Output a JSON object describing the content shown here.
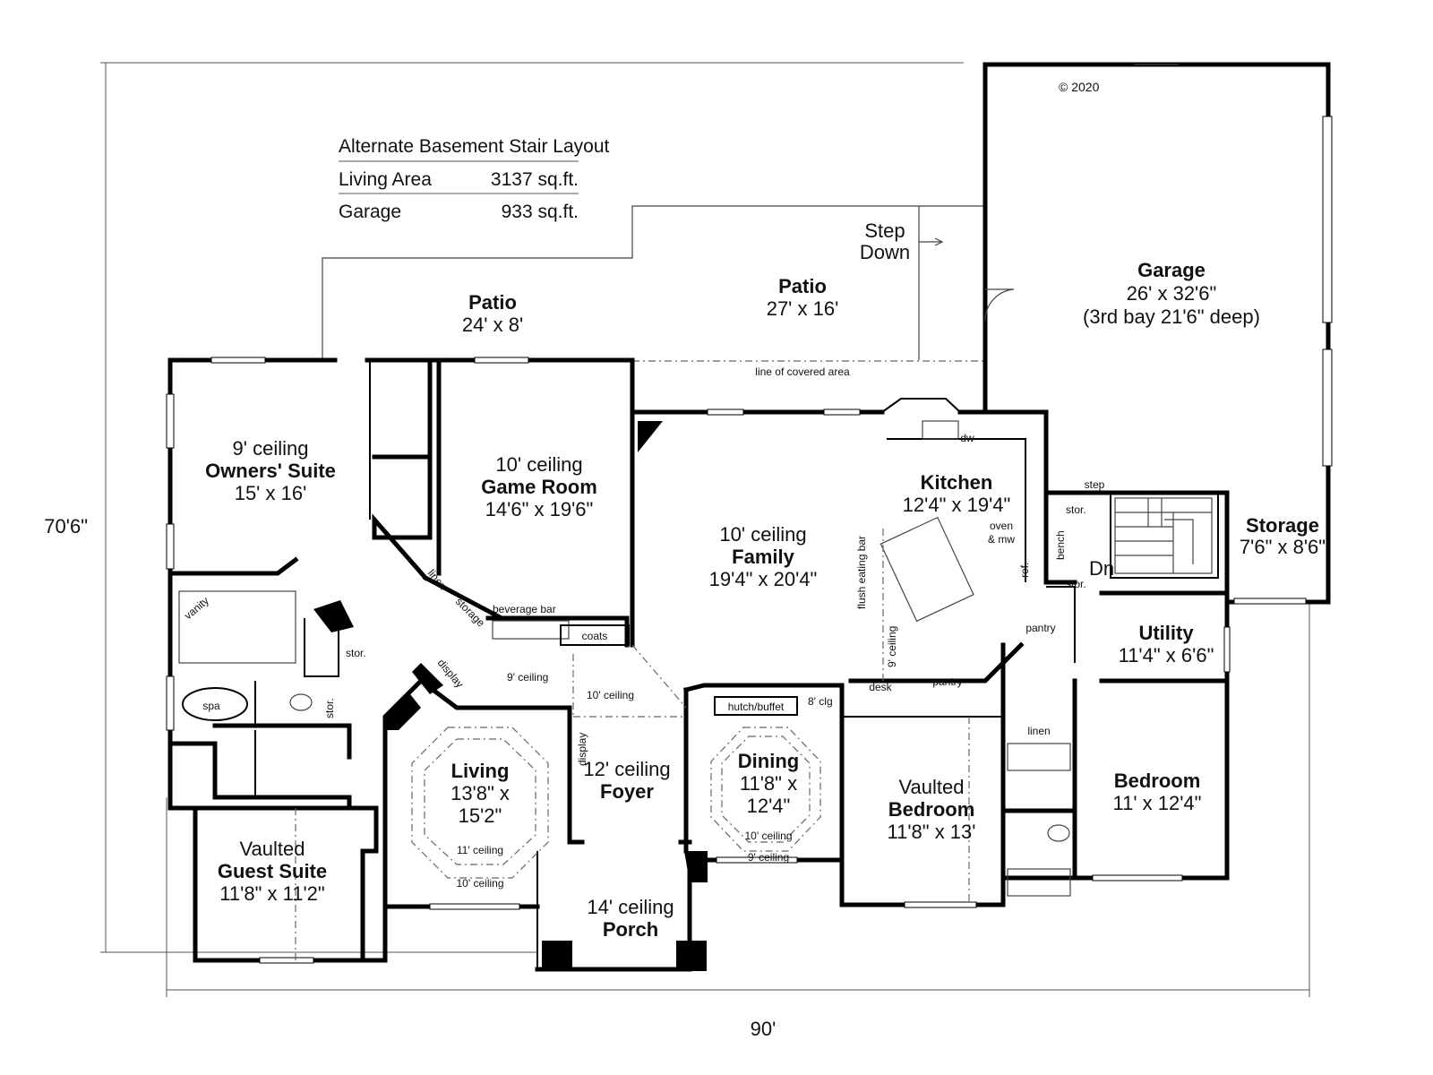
{
  "area_table": {
    "title": "Alternate Basement Stair Layout",
    "rows": [
      {
        "label": "Living Area",
        "value": "3137 sq.ft."
      },
      {
        "label": "Garage",
        "value": "933 sq.ft."
      }
    ]
  },
  "copyright": "© 2020",
  "dimensions": {
    "width": "90'",
    "depth": "70'6\""
  },
  "rooms": {
    "patio_left": {
      "name": "Patio",
      "size": "24' x 8'"
    },
    "patio_right": {
      "name": "Patio",
      "size": "27' x 16'"
    },
    "step_down": {
      "line1": "Step",
      "line2": "Down"
    },
    "covered_line": "line of covered area",
    "garage": {
      "name": "Garage",
      "size": "26' x 32'6\"",
      "note": "(3rd bay 21'6\" deep)"
    },
    "storage": {
      "name": "Storage",
      "size": "7'6\" x 8'6\""
    },
    "owners_suite": {
      "ceiling": "9' ceiling",
      "name": "Owners' Suite",
      "size": "15' x 16'"
    },
    "game_room": {
      "ceiling": "10' ceiling",
      "name": "Game Room",
      "size": "14'6\" x 19'6\""
    },
    "family": {
      "ceiling": "10' ceiling",
      "name": "Family",
      "size": "19'4\" x 20'4\""
    },
    "kitchen": {
      "name": "Kitchen",
      "size": "12'4\" x 19'4\""
    },
    "utility": {
      "name": "Utility",
      "size": "11'4\" x 6'6\""
    },
    "living": {
      "name": "Living",
      "size_line1": "13'8\" x",
      "size_line2": "15'2\"",
      "ceiling_inner": "11' ceiling",
      "ceiling_outer": "10' ceiling"
    },
    "foyer": {
      "ceiling": "12' ceiling",
      "name": "Foyer"
    },
    "dining": {
      "name": "Dining",
      "size_line1": "11'8\" x",
      "size_line2": "12'4\"",
      "ceiling_inner": "10' ceiling",
      "ceiling_outer": "9' ceiling"
    },
    "vaulted_bedroom": {
      "vault": "Vaulted",
      "name": "Bedroom",
      "size": "11'8\" x 13'"
    },
    "bedroom": {
      "name": "Bedroom",
      "size": "11' x 12'4\""
    },
    "guest_suite": {
      "vault": "Vaulted",
      "name": "Guest Suite",
      "size": "11'8\" x 11'2\""
    },
    "porch": {
      "ceiling": "14' ceiling",
      "name": "Porch"
    }
  },
  "labels": {
    "linen": "linen",
    "storage": "storage",
    "beverage_bar": "beverage bar",
    "coats": "coats",
    "vanity": "vanity",
    "spa": "spa",
    "stor": "stor.",
    "display": "display",
    "ceiling_9": "9' ceiling",
    "ceiling_10": "10' ceiling",
    "hutch": "hutch/buffet",
    "clg8": "8' clg",
    "desk": "desk",
    "pantry": "pantry",
    "flush_bar": "flush eating bar",
    "ceiling_9v": "9' ceiling",
    "dw": "dw",
    "oven": "oven",
    "mw": "& mw",
    "ref": "ref.",
    "bench": "bench",
    "step": "step",
    "dn": "Dn"
  }
}
